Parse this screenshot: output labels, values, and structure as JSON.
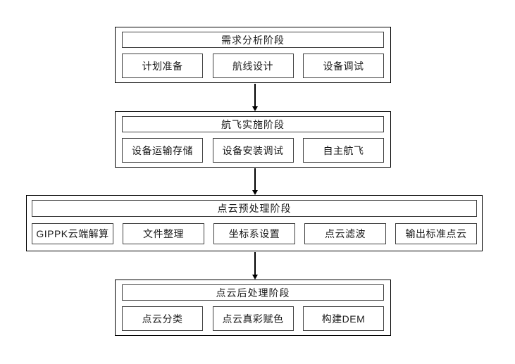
{
  "stages": [
    {
      "title": "需求分析阶段",
      "steps": [
        "计划准备",
        "航线设计",
        "设备调试"
      ]
    },
    {
      "title": "航飞实施阶段",
      "steps": [
        "设备运输存储",
        "设备安装调试",
        "自主航飞"
      ]
    },
    {
      "title": "点云预处理阶段",
      "steps": [
        "GIPPK云端解算",
        "文件整理",
        "坐标系设置",
        "点云滤波",
        "输出标准点云"
      ]
    },
    {
      "title": "点云后处理阶段",
      "steps": [
        "点云分类",
        "点云真彩赋色",
        "构建DEM"
      ]
    }
  ],
  "colors": {
    "outer_border": "#000000",
    "inner_border": "#404040",
    "arrow": "#000000",
    "background": "#ffffff",
    "text": "#1a1a1a"
  }
}
